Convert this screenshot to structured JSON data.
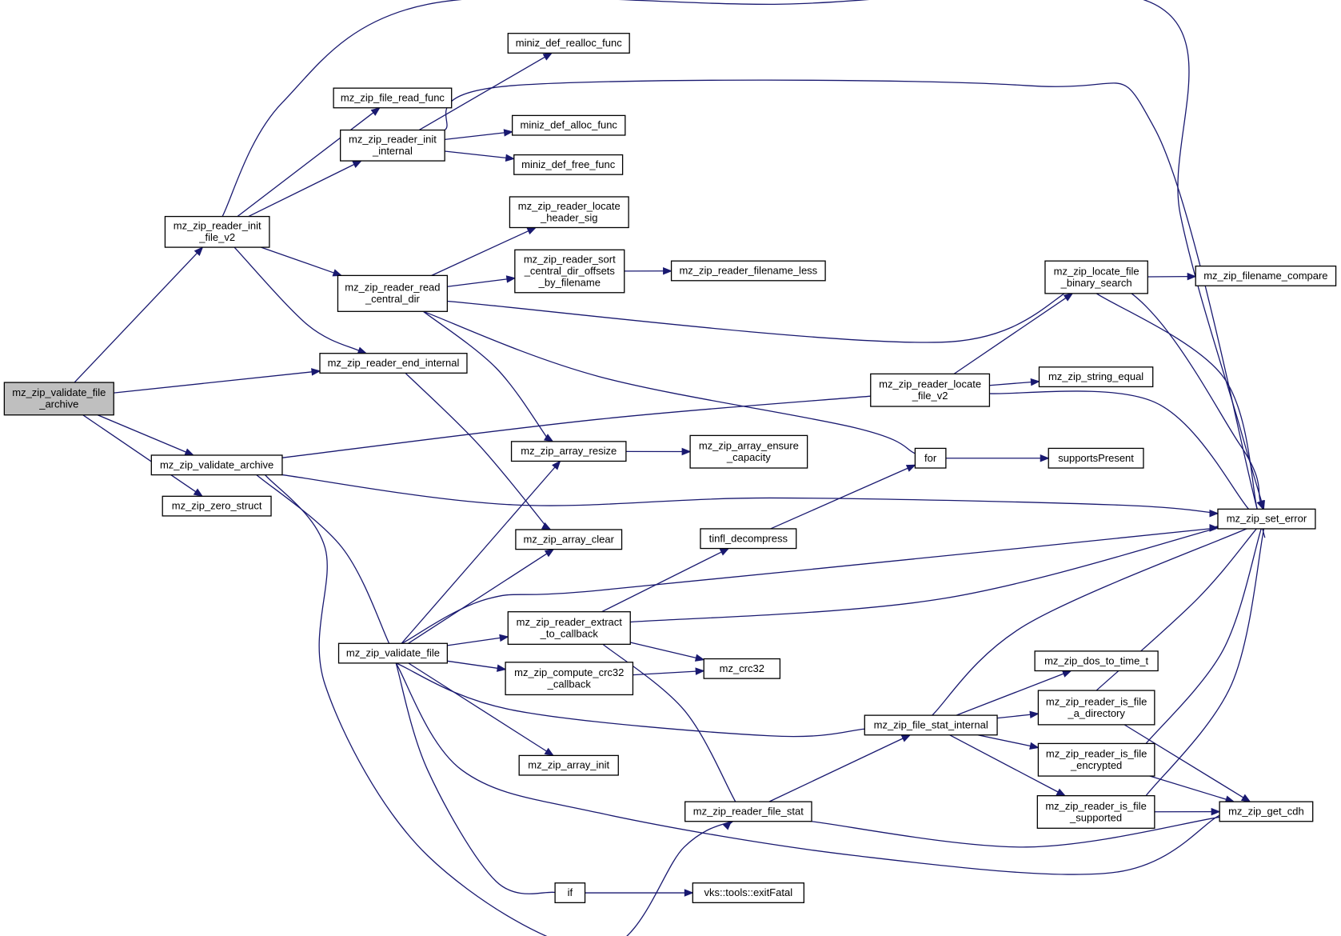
{
  "nodes": [
    {
      "id": "root",
      "lines": [
        "mz_zip_validate_file",
        "_archive"
      ],
      "root": true
    },
    {
      "id": "init_v2",
      "lines": [
        "mz_zip_reader_init",
        "_file_v2"
      ]
    },
    {
      "id": "file_read_func",
      "lines": [
        "mz_zip_file_read_func"
      ]
    },
    {
      "id": "init_internal",
      "lines": [
        "mz_zip_reader_init",
        "_internal"
      ]
    },
    {
      "id": "realloc",
      "lines": [
        "miniz_def_realloc_func"
      ]
    },
    {
      "id": "alloc",
      "lines": [
        "miniz_def_alloc_func"
      ]
    },
    {
      "id": "free",
      "lines": [
        "miniz_def_free_func"
      ]
    },
    {
      "id": "read_cdir",
      "lines": [
        "mz_zip_reader_read",
        "_central_dir"
      ]
    },
    {
      "id": "locate_hdr",
      "lines": [
        "mz_zip_reader_locate",
        "_header_sig"
      ]
    },
    {
      "id": "sort_cdir",
      "lines": [
        "mz_zip_reader_sort",
        "_central_dir_offsets",
        "_by_filename"
      ]
    },
    {
      "id": "fname_less",
      "lines": [
        "mz_zip_reader_filename_less"
      ]
    },
    {
      "id": "end_internal",
      "lines": [
        "mz_zip_reader_end_internal"
      ]
    },
    {
      "id": "validate_archive",
      "lines": [
        "mz_zip_validate_archive"
      ]
    },
    {
      "id": "zero_struct",
      "lines": [
        "mz_zip_zero_struct"
      ]
    },
    {
      "id": "array_resize",
      "lines": [
        "mz_zip_array_resize"
      ]
    },
    {
      "id": "array_ensure",
      "lines": [
        "mz_zip_array_ensure",
        "_capacity"
      ]
    },
    {
      "id": "array_clear",
      "lines": [
        "mz_zip_array_clear"
      ]
    },
    {
      "id": "validate_file",
      "lines": [
        "mz_zip_validate_file"
      ]
    },
    {
      "id": "extract_cb",
      "lines": [
        "mz_zip_reader_extract",
        "_to_callback"
      ]
    },
    {
      "id": "crc32_cb",
      "lines": [
        "mz_zip_compute_crc32",
        "_callback"
      ]
    },
    {
      "id": "array_init",
      "lines": [
        "mz_zip_array_init"
      ]
    },
    {
      "id": "if",
      "lines": [
        "if"
      ]
    },
    {
      "id": "exitfatal",
      "lines": [
        "vks::tools::exitFatal"
      ]
    },
    {
      "id": "tinfl",
      "lines": [
        "tinfl_decompress"
      ]
    },
    {
      "id": "crc32",
      "lines": [
        "mz_crc32"
      ]
    },
    {
      "id": "file_stat",
      "lines": [
        "mz_zip_reader_file_stat"
      ]
    },
    {
      "id": "for",
      "lines": [
        "for"
      ]
    },
    {
      "id": "supports",
      "lines": [
        "supportsPresent"
      ]
    },
    {
      "id": "locate_v2",
      "lines": [
        "mz_zip_reader_locate",
        "_file_v2"
      ]
    },
    {
      "id": "bsearch",
      "lines": [
        "mz_zip_locate_file",
        "_binary_search"
      ]
    },
    {
      "id": "fname_cmp",
      "lines": [
        "mz_zip_filename_compare"
      ]
    },
    {
      "id": "str_equal",
      "lines": [
        "mz_zip_string_equal"
      ]
    },
    {
      "id": "stat_internal",
      "lines": [
        "mz_zip_file_stat_internal"
      ]
    },
    {
      "id": "dos_time",
      "lines": [
        "mz_zip_dos_to_time_t"
      ]
    },
    {
      "id": "is_dir",
      "lines": [
        "mz_zip_reader_is_file",
        "_a_directory"
      ]
    },
    {
      "id": "is_enc",
      "lines": [
        "mz_zip_reader_is_file",
        "_encrypted"
      ]
    },
    {
      "id": "is_sup",
      "lines": [
        "mz_zip_reader_is_file",
        "_supported"
      ]
    },
    {
      "id": "set_error",
      "lines": [
        "mz_zip_set_error"
      ]
    },
    {
      "id": "get_cdh",
      "lines": [
        "mz_zip_get_cdh"
      ]
    }
  ],
  "edges": [
    [
      "root",
      "init_v2"
    ],
    [
      "root",
      "end_internal"
    ],
    [
      "root",
      "validate_archive"
    ],
    [
      "root",
      "zero_struct"
    ],
    [
      "init_v2",
      "set_error"
    ],
    [
      "init_v2",
      "file_read_func"
    ],
    [
      "init_v2",
      "init_internal"
    ],
    [
      "init_v2",
      "read_cdir"
    ],
    [
      "init_v2",
      "end_internal"
    ],
    [
      "init_internal",
      "realloc"
    ],
    [
      "init_internal",
      "alloc"
    ],
    [
      "init_internal",
      "free"
    ],
    [
      "init_internal",
      "set_error"
    ],
    [
      "read_cdir",
      "locate_hdr"
    ],
    [
      "read_cdir",
      "sort_cdir"
    ],
    [
      "read_cdir",
      "set_error"
    ],
    [
      "read_cdir",
      "array_resize"
    ],
    [
      "read_cdir",
      "for"
    ],
    [
      "sort_cdir",
      "fname_less"
    ],
    [
      "end_internal",
      "array_clear"
    ],
    [
      "validate_archive",
      "locate_v2"
    ],
    [
      "validate_archive",
      "set_error"
    ],
    [
      "validate_archive",
      "validate_file"
    ],
    [
      "validate_archive",
      "file_stat"
    ],
    [
      "array_resize",
      "array_ensure"
    ],
    [
      "validate_file",
      "array_resize"
    ],
    [
      "validate_file",
      "array_clear"
    ],
    [
      "validate_file",
      "set_error"
    ],
    [
      "validate_file",
      "extract_cb"
    ],
    [
      "validate_file",
      "crc32_cb"
    ],
    [
      "validate_file",
      "stat_internal"
    ],
    [
      "validate_file",
      "array_init"
    ],
    [
      "validate_file",
      "get_cdh"
    ],
    [
      "validate_file",
      "if"
    ],
    [
      "extract_cb",
      "tinfl"
    ],
    [
      "extract_cb",
      "set_error"
    ],
    [
      "extract_cb",
      "crc32"
    ],
    [
      "extract_cb",
      "file_stat"
    ],
    [
      "crc32_cb",
      "crc32"
    ],
    [
      "if",
      "exitfatal"
    ],
    [
      "tinfl",
      "for"
    ],
    [
      "for",
      "supports"
    ],
    [
      "file_stat",
      "stat_internal"
    ],
    [
      "file_stat",
      "get_cdh"
    ],
    [
      "locate_v2",
      "bsearch"
    ],
    [
      "locate_v2",
      "str_equal"
    ],
    [
      "locate_v2",
      "set_error"
    ],
    [
      "bsearch",
      "fname_cmp"
    ],
    [
      "bsearch",
      "set_error"
    ],
    [
      "stat_internal",
      "set_error"
    ],
    [
      "stat_internal",
      "dos_time"
    ],
    [
      "stat_internal",
      "is_dir"
    ],
    [
      "stat_internal",
      "is_enc"
    ],
    [
      "stat_internal",
      "is_sup"
    ],
    [
      "is_dir",
      "set_error"
    ],
    [
      "is_dir",
      "get_cdh"
    ],
    [
      "is_enc",
      "set_error"
    ],
    [
      "is_enc",
      "get_cdh"
    ],
    [
      "is_sup",
      "set_error"
    ],
    [
      "is_sup",
      "get_cdh"
    ]
  ]
}
